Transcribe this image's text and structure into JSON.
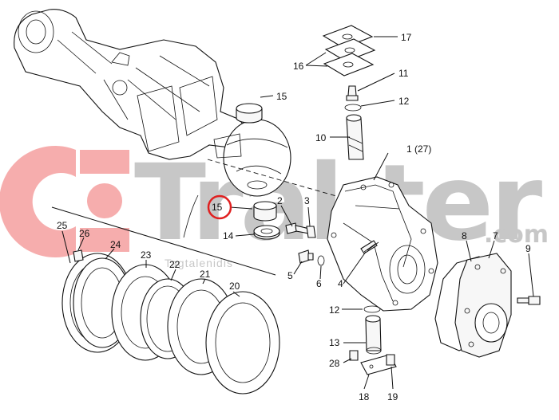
{
  "watermark": {
    "brand": "Trakter",
    "domain": ".com",
    "sub": "Tagtalenidis",
    "logo_color": "#f06b6b",
    "text_color": "#9a9a9a"
  },
  "highlight": {
    "part": "15",
    "color": "#e02020"
  },
  "labels": {
    "l1": "1 (27)",
    "l2": "2",
    "l3": "3",
    "l4": "4",
    "l5": "5",
    "l6": "6",
    "l7": "7",
    "l8": "8",
    "l9": "9",
    "l10": "10",
    "l11": "11",
    "l12a": "12",
    "l12b": "12",
    "l13": "13",
    "l14": "14",
    "l15a": "15",
    "l15b": "15",
    "l16": "16",
    "l17": "17",
    "l18": "18",
    "l19": "19",
    "l20": "20",
    "l21": "21",
    "l22": "22",
    "l23": "23",
    "l24": "24",
    "l25": "25",
    "l26": "26",
    "l28": "28"
  }
}
